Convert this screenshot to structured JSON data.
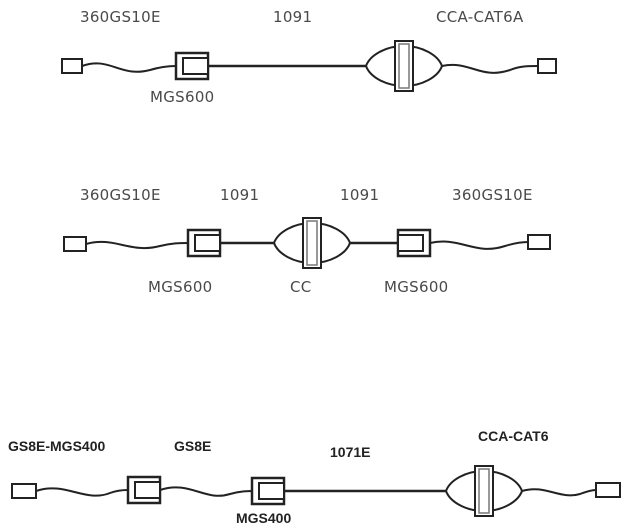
{
  "diagram_1": {
    "top_left": "360GS10E",
    "top_center": "1091",
    "top_right": "CCA-CAT6A",
    "bottom_left": "MGS600"
  },
  "diagram_2": {
    "top_1": "360GS10E",
    "top_2": "1091",
    "top_3": "1091",
    "top_4": "360GS10E",
    "bottom_1": "MGS600",
    "bottom_2": "CC",
    "bottom_3": "MGS600"
  },
  "diagram_3": {
    "top_1": "GS8E-MGS400",
    "top_2": "GS8E",
    "top_3": "1071E",
    "top_4": "CCA-CAT6",
    "bottom_1": "MGS400"
  }
}
